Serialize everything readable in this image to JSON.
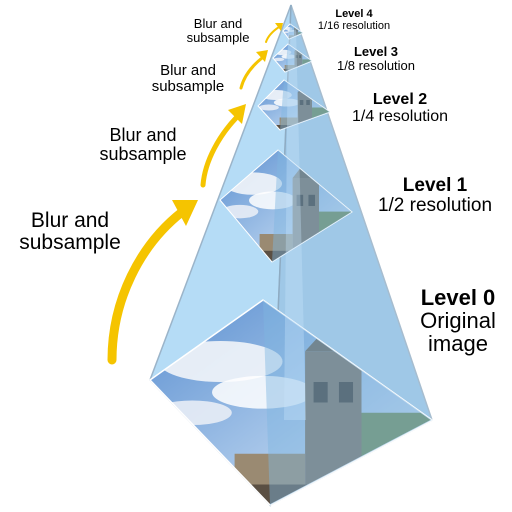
{
  "diagram": {
    "levels": [
      {
        "title": "Level 0",
        "subtitle": "Original image"
      },
      {
        "title": "Level 1",
        "subtitle": "1/2 resolution"
      },
      {
        "title": "Level 2",
        "subtitle": "1/4 resolution"
      },
      {
        "title": "Level 3",
        "subtitle": "1/8 resolution"
      },
      {
        "title": "Level 4",
        "subtitle": "1/16 resolution"
      }
    ],
    "arrow_label": "Blur and subsample",
    "colors": {
      "pyramid_fill": "#a9d6f5",
      "pyramid_shade": "#7fb6e0",
      "pyramid_edge": "#8aa8c0",
      "arrow": "#f5c400",
      "sky": "#6f9fd4",
      "cloud": "#eef3fa",
      "building": "#8a7c6a",
      "tree": "#5f7a4a"
    }
  }
}
